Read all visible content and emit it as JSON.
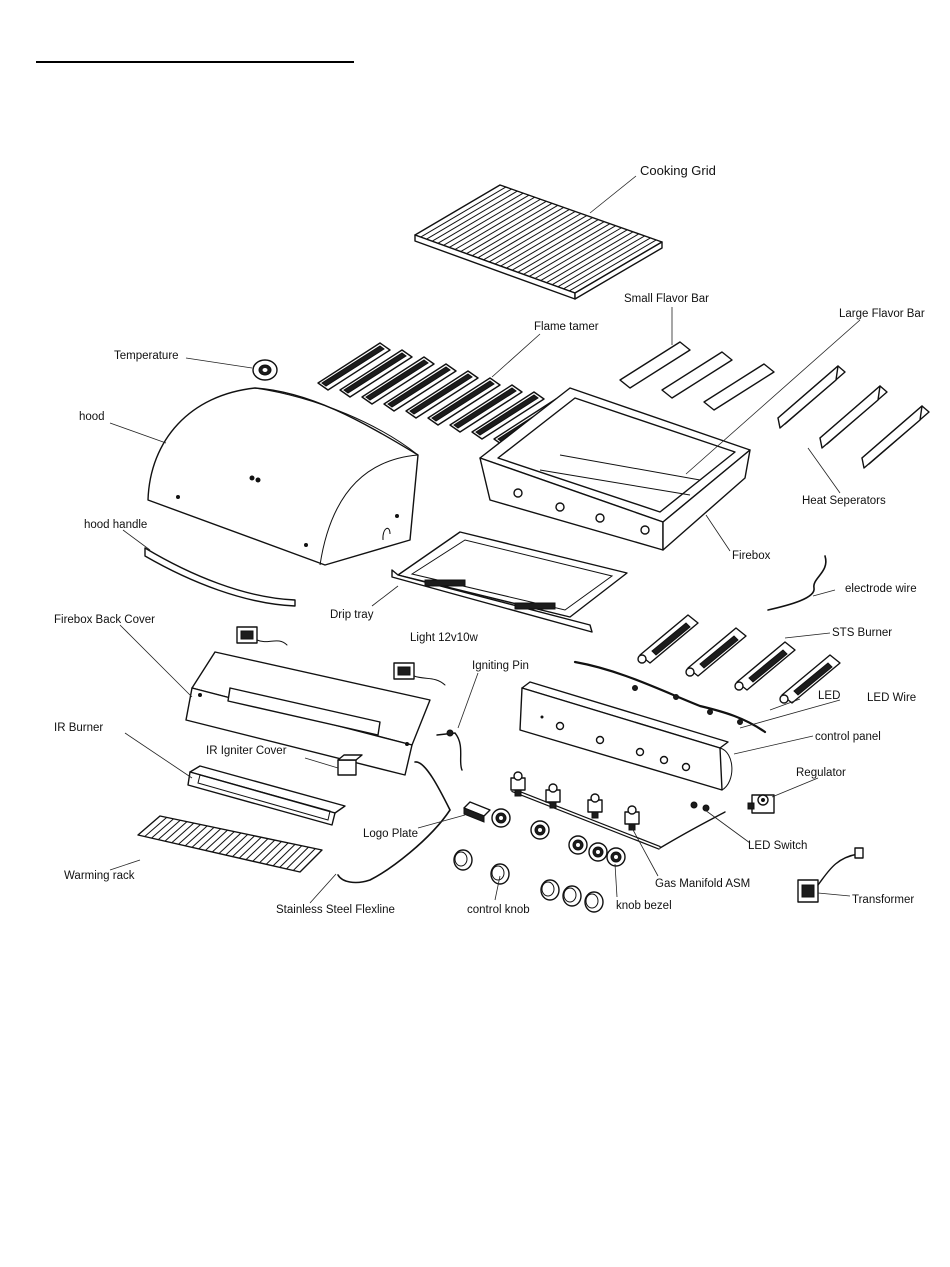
{
  "diagram": {
    "labels": {
      "cooking_grid": "Cooking Grid",
      "small_flavor_bar": "Small Flavor Bar",
      "large_flavor_bar": "Large Flavor Bar",
      "flame_tamer": "Flame tamer",
      "temperature": "Temperature",
      "hood": "hood",
      "heat_seperators": "Heat Seperators",
      "hood_handle": "hood handle",
      "firebox": "Firebox",
      "electrode_wire": "electrode wire",
      "drip_tray": "Drip tray",
      "firebox_back_cover": "Firebox Back Cover",
      "light": "Light 12v10w",
      "sts_burner": "STS Burner",
      "igniting_pin": "Igniting Pin",
      "led": "LED",
      "led_wire": "LED Wire",
      "ir_burner": "IR Burner",
      "control_panel": "control panel",
      "ir_igniter_cover": "IR Igniter Cover",
      "regulator": "Regulator",
      "logo_plate": "Logo Plate",
      "led_switch": "LED Switch",
      "warming_rack": "Warming rack",
      "gas_manifold_asm": "Gas Manifold ASM",
      "transformer": "Transformer",
      "stainless_steel_flexline": "Stainless Steel Flexline",
      "control_knob": "control knob",
      "knob_bezel": "knob bezel"
    }
  }
}
